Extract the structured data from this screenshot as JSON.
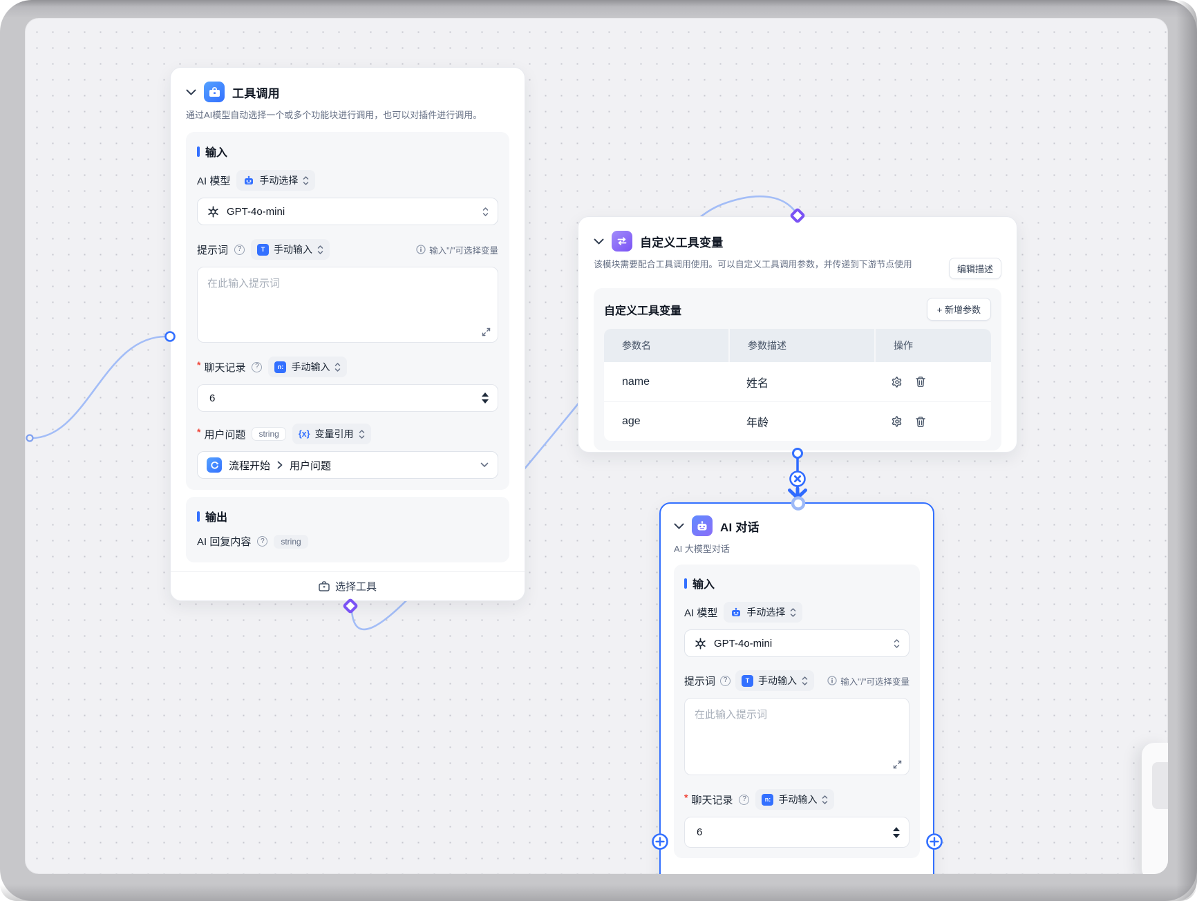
{
  "colors": {
    "accent_blue": "#3370FF",
    "accent_violet": "#7A52F4",
    "wire_blue": "#A3BDF7",
    "canvas_bg": "#F1F1F4"
  },
  "ui": {
    "required_mark": "*"
  },
  "nodes": {
    "tool_call": {
      "title": "工具调用",
      "description": "通过AI模型自动选择一个或多个功能块进行调用，也可以对插件进行调用。",
      "input_section": "输入",
      "output_section": "输出",
      "ai_model_label": "AI 模型",
      "ai_model_mode": "手动选择",
      "model_name": "GPT-4o-mini",
      "prompt_label": "提示词",
      "prompt_mode": "手动输入",
      "prompt_hint": "输入\"/\"可选择变量",
      "prompt_placeholder": "在此输入提示词",
      "history_label": "聊天记录",
      "history_mode": "手动输入",
      "history_value": "6",
      "question_label": "用户问题",
      "question_type": "string",
      "question_mode": "变量引用",
      "question_source": "流程开始",
      "question_field": "用户问题",
      "output_field": "AI 回复内容",
      "output_type": "string",
      "footer": "选择工具"
    },
    "custom_vars": {
      "title": "自定义工具变量",
      "description": "该模块需要配合工具调用使用。可以自定义工具调用参数，并传递到下游节点使用",
      "edit_button": "编辑描述",
      "panel_title": "自定义工具变量",
      "add_button": "+ 新增参数",
      "headers": {
        "name": "参数名",
        "desc": "参数描述",
        "ops": "操作"
      },
      "rows": [
        {
          "name": "name",
          "desc": "姓名"
        },
        {
          "name": "age",
          "desc": "年龄"
        }
      ]
    },
    "ai_chat": {
      "title": "AI 对话",
      "subtitle": "AI 大模型对话",
      "input_section": "输入",
      "ai_model_label": "AI 模型",
      "ai_model_mode": "手动选择",
      "model_name": "GPT-4o-mini",
      "prompt_label": "提示词",
      "prompt_mode": "手动输入",
      "prompt_hint": "输入\"/\"可选择变量",
      "prompt_placeholder": "在此输入提示词",
      "history_label": "聊天记录",
      "history_mode": "手动输入",
      "history_value": "6"
    }
  }
}
